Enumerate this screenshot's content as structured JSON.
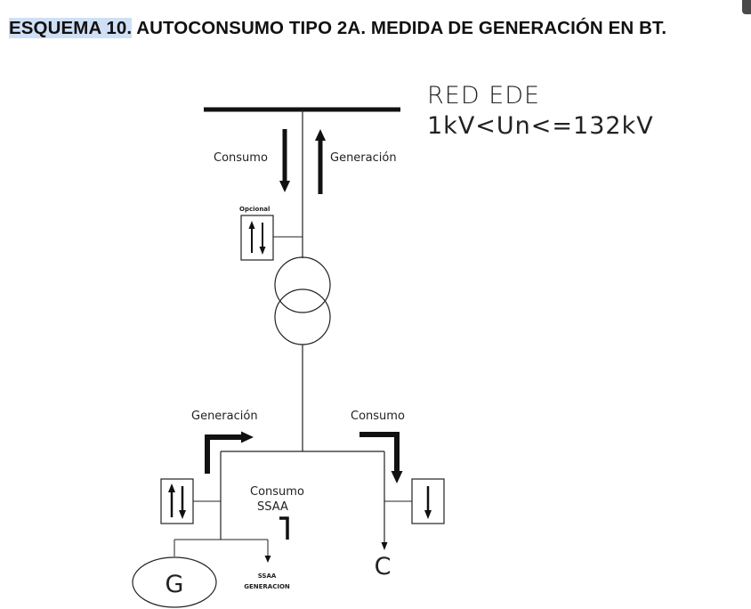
{
  "title": {
    "part1": "ESQUEMA 10.",
    "part2": " AUTOCONSUMO TIPO 2A. MEDIDA DE GENERACIÓN EN BT."
  },
  "diagram": {
    "network_label": "RED  EDE",
    "voltage_label": "1kV<Un<=132kV",
    "consumo_top": "Consumo",
    "generacion_top": "Generación",
    "opcional": "Opcional",
    "generacion_left": "Generación",
    "consumo_right": "Consumo",
    "consumo_ssaa_line1": "Consumo",
    "consumo_ssaa_line2": "SSAA",
    "generator": "G",
    "consumer": "C",
    "ssaa_gen_line1": "SSAA",
    "ssaa_gen_line2": "GENERACION"
  }
}
